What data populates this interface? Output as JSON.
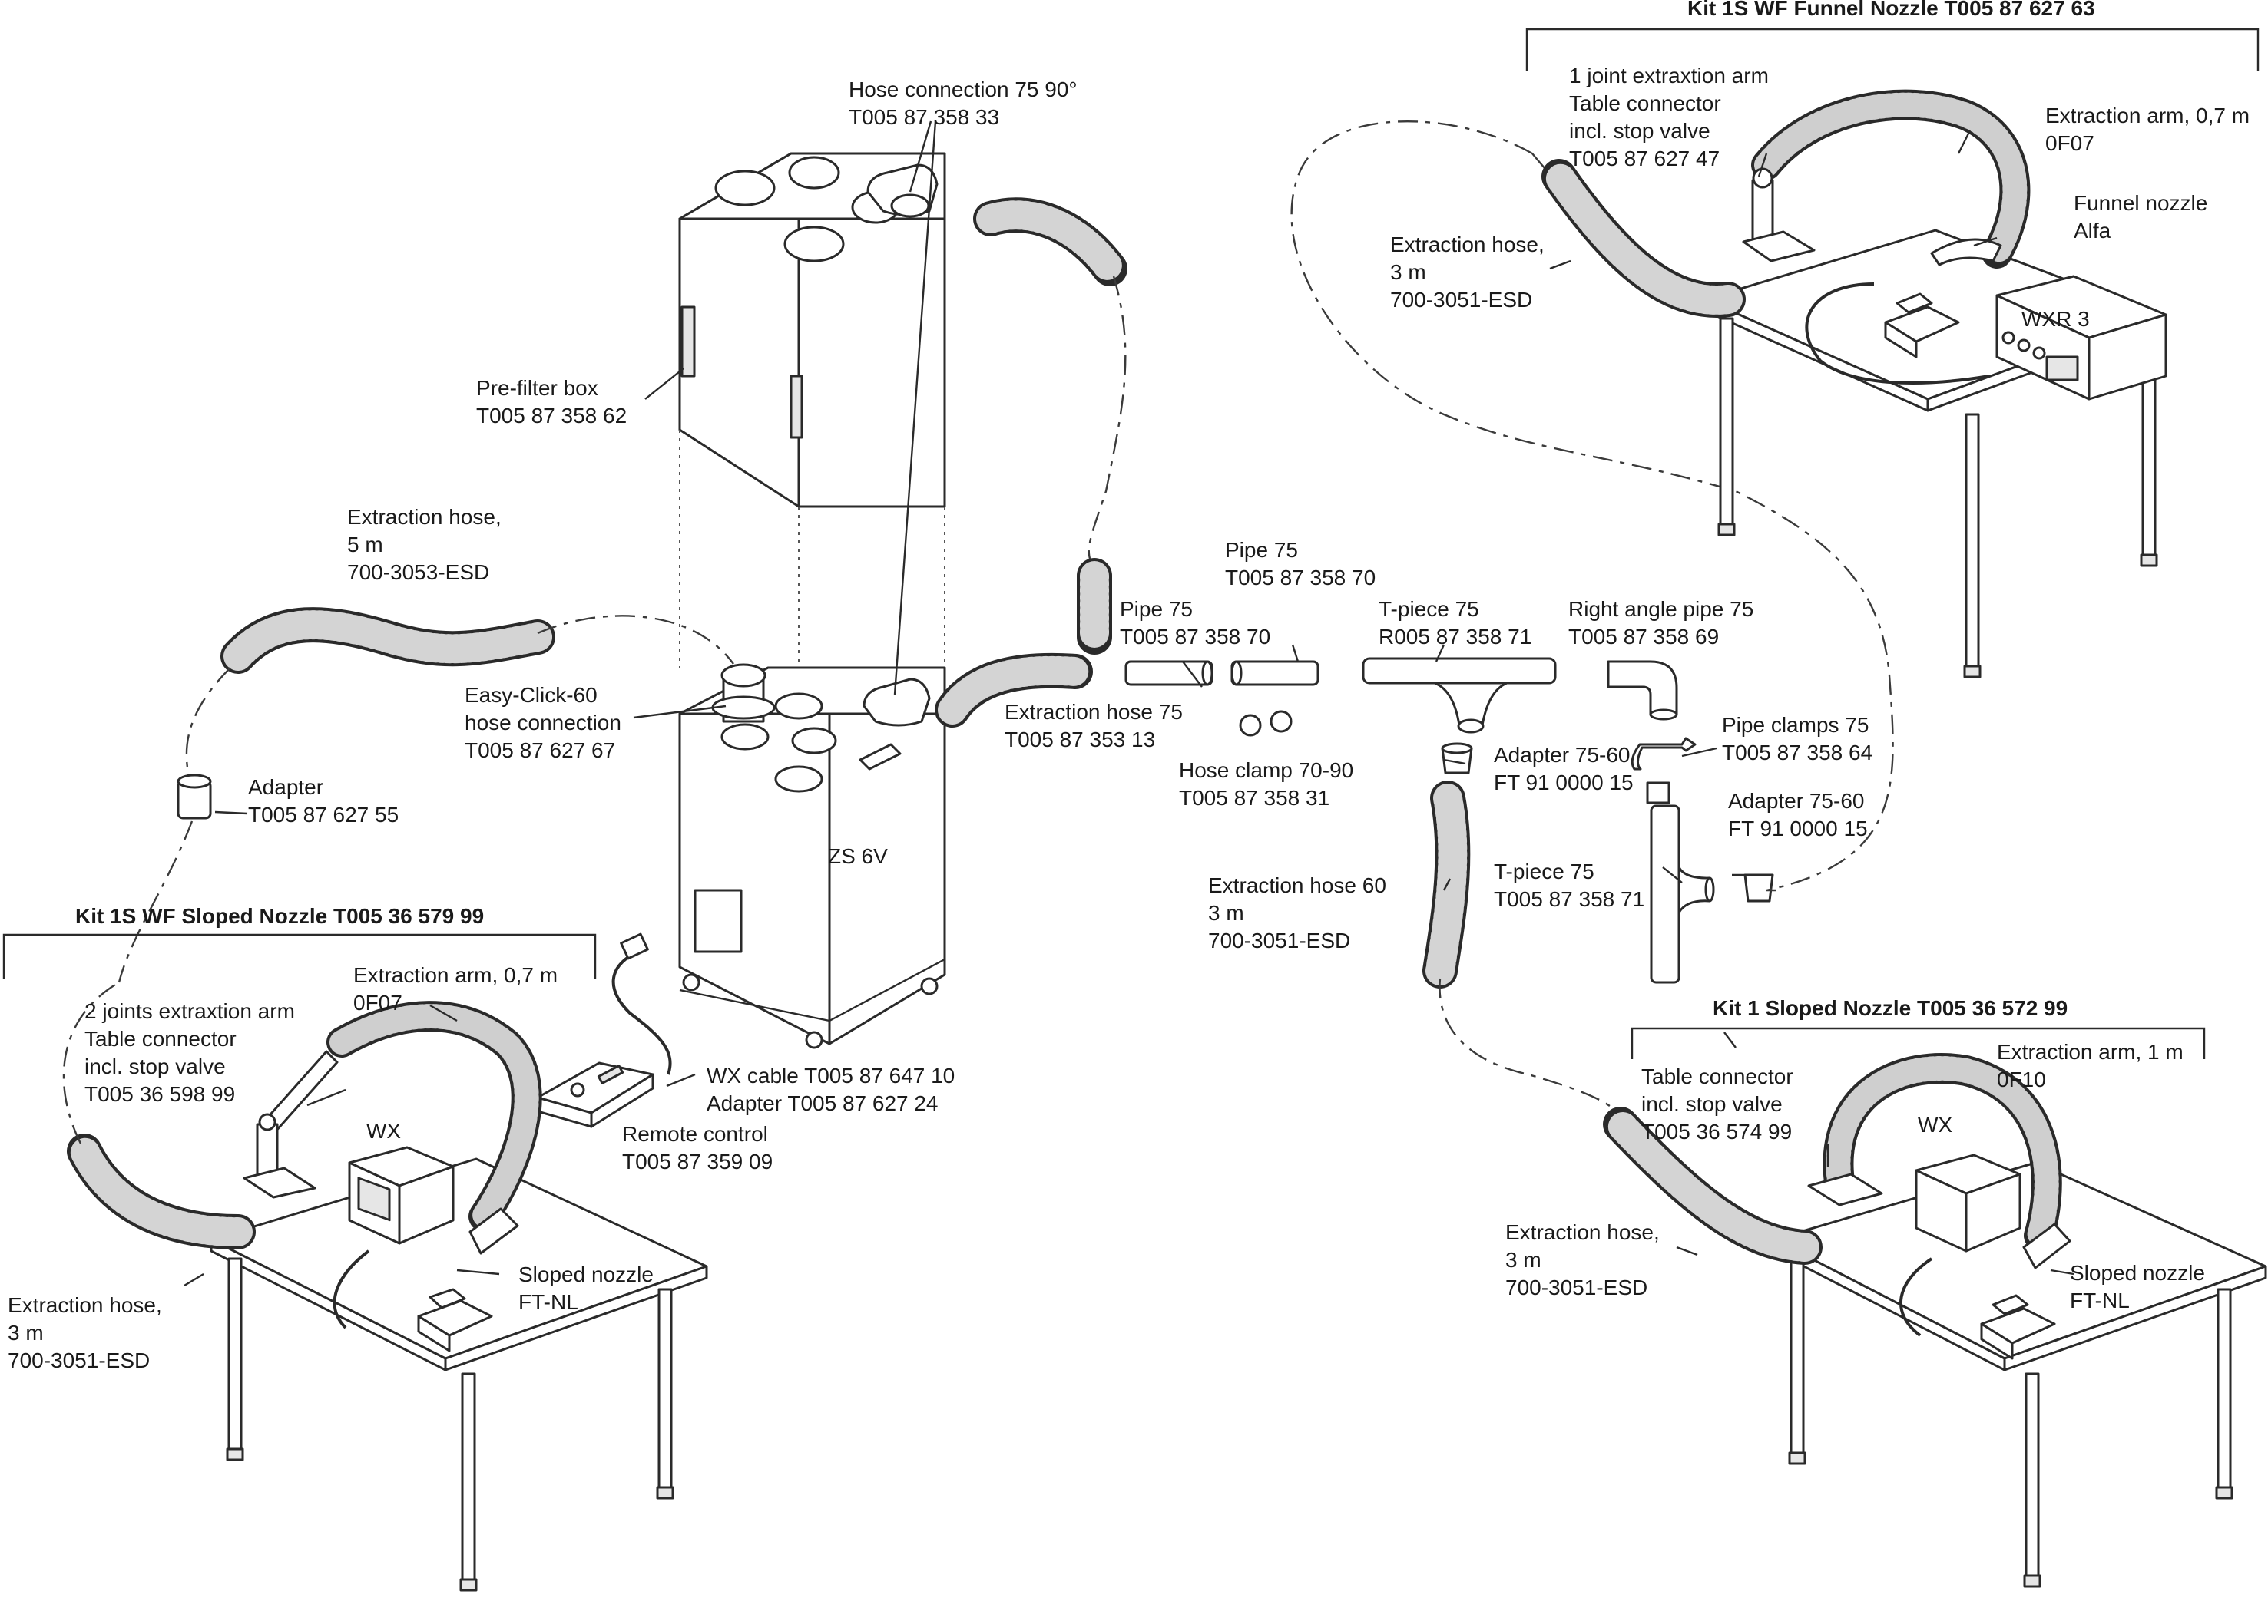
{
  "colors": {
    "line": "#2a2a2a",
    "background": "#ffffff",
    "hose_fill": "#d4d4d4"
  },
  "main_unit": {
    "top_box_label": "Pre-filter box",
    "top_box_part": "T005 87 358 62",
    "base_label": "ZS 6V"
  },
  "labels": {
    "hose_connection_90": [
      "Hose connection 75 90°",
      "T005 87 358 33"
    ],
    "prefilter_box": [
      "Pre-filter box",
      "T005 87 358 62"
    ],
    "extraction_hose_5m": [
      "Extraction hose,",
      "5 m",
      "700-3053-ESD"
    ],
    "easy_click": [
      "Easy-Click-60",
      "hose connection",
      "T005 87 627 67"
    ],
    "adapter": [
      "Adapter",
      "T005 87 627 55"
    ],
    "unit_name": [
      "ZS 6V"
    ],
    "wx_cable": [
      "WX cable T005 87 647 10",
      "Adapter T005 87 627 24"
    ],
    "remote_control": [
      "Remote control",
      "T005 87 359 09"
    ],
    "extraction_hose_75": [
      "Extraction hose 75",
      "T005 87 353 13"
    ],
    "pipe_75_a": [
      "Pipe 75",
      "T005 87 358 70"
    ],
    "pipe_75_b": [
      "Pipe 75",
      "T005 87 358 70"
    ],
    "t_piece_75_top": [
      "T-piece 75",
      "R005 87 358 71"
    ],
    "right_angle_pipe": [
      "Right angle pipe 75",
      "T005 87 358 69"
    ],
    "hose_clamp": [
      "Hose clamp 70-90",
      "T005 87 358 31"
    ],
    "adapter_75_60_a": [
      "Adapter 75-60",
      "FT 91 0000 15"
    ],
    "pipe_clamps": [
      "Pipe clamps 75",
      "T005 87 358 64"
    ],
    "adapter_75_60_b": [
      "Adapter 75-60",
      "FT 91 0000 15"
    ],
    "extraction_hose_60": [
      "Extraction hose 60",
      "3 m",
      "700-3051-ESD"
    ],
    "t_piece_75_bottom": [
      "T-piece 75",
      "T005 87 358 71"
    ]
  },
  "kits": {
    "funnel": {
      "title": "Kit 1S WF Funnel Nozzle T005 87 627 63",
      "arm_joint": [
        "1 joint extraxtion arm",
        "Table connector",
        "incl. stop valve",
        "T005 87 627 47"
      ],
      "arm": [
        "Extraction arm, 0,7 m",
        "0F07"
      ],
      "nozzle": [
        "Funnel nozzle",
        "Alfa"
      ],
      "hose": [
        "Extraction hose,",
        "3 m",
        "700-3051-ESD"
      ],
      "station": "WXR 3"
    },
    "sloped_ws": {
      "title": "Kit 1S WF Sloped Nozzle T005 36 579 99",
      "arm": [
        "Extraction arm, 0,7 m",
        "0F07"
      ],
      "arm_joint": [
        "2 joints extraxtion arm",
        "Table connector",
        "incl. stop valve",
        "T005 36 598 99"
      ],
      "nozzle": [
        "Sloped nozzle",
        "FT-NL"
      ],
      "hose": [
        "Extraction hose,",
        "3 m",
        "700-3051-ESD"
      ],
      "station": "WX"
    },
    "sloped_1": {
      "title": "Kit 1 Sloped Nozzle T005 36 572 99",
      "arm": [
        "Extraction arm, 1 m",
        "0F10"
      ],
      "connector": [
        "Table connector",
        "incl. stop valve",
        "T005 36 574 99"
      ],
      "nozzle": [
        "Sloped nozzle",
        "FT-NL"
      ],
      "hose": [
        "Extraction hose,",
        "3 m",
        "700-3051-ESD"
      ],
      "station": "WX"
    }
  }
}
